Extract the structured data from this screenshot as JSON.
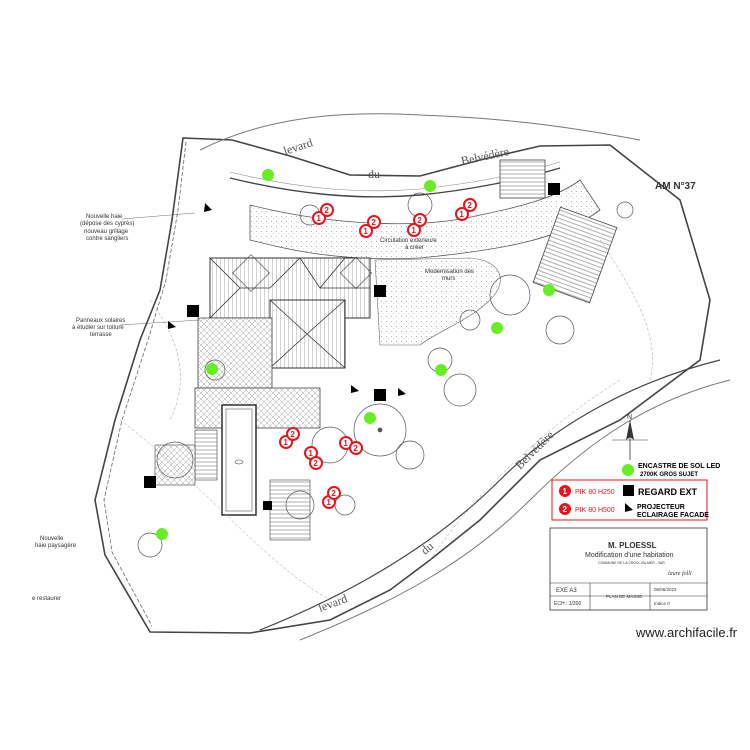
{
  "parcel_label": "AM N°37",
  "road_names": {
    "top_word_1": "levard",
    "top_word_2": "du",
    "top_word_3": "Belvédère",
    "bottom_word_1": "levard",
    "bottom_word_2": "du",
    "bottom_word_3": "Belvédère"
  },
  "annotations": {
    "nouvelle_haie": "Nouvelle haie",
    "depose_cypres": "(dépose des cyprès)",
    "nouveau_grillage": "nouveau grillage",
    "contre_sangliers": "contre sangliers",
    "panneaux_solaires": "Panneaux solaires",
    "a_etudier": "à étudier sur toiture",
    "terrasse": "terrasse",
    "circulation": "Circulation extérieure",
    "a_creer": "à créer",
    "modernisation": "Modernisation des",
    "murs": "murs",
    "nouvelle_haie_paysagere": "Nouvelle",
    "haie_paysagere": "haie paysagère",
    "e_restaurer": "e restaurer"
  },
  "legend": {
    "items": [
      {
        "marker": "green-dot",
        "text": "ENCASTRE DE SOL LED",
        "subtext": "2700K GROS SUJET",
        "color": "#66ee22"
      },
      {
        "marker": "badge-1",
        "number": "1",
        "text": "PIK 80 H250",
        "color": "#e8131b"
      },
      {
        "marker": "badge-2",
        "number": "2",
        "text": "PIK 80 H500",
        "color": "#e8131b"
      },
      {
        "marker": "black-square",
        "text": "REGARD EXT",
        "color": "#000000"
      },
      {
        "marker": "projector-triangle",
        "text": "PROJECTEUR",
        "subtext": "ECLAIRAGE FACADE",
        "color": "#000000"
      }
    ]
  },
  "title_block": {
    "client": "M. PLOESSL",
    "project": "Modification d'une habitation",
    "commune": "COMMUNE DE LA CROIX-VALMER - VAR",
    "format": "EXE A3",
    "scale": "ECH : 1/200",
    "sheet": "PLAN DE MASSE",
    "date": "06/06/2023",
    "index": "Indice 0",
    "signature": "laure folli"
  },
  "watermark": "www.archifacile.fr",
  "colors": {
    "lighting_green": "#66ee22",
    "spot_red": "#e8131b",
    "manhole_black": "#000000"
  }
}
